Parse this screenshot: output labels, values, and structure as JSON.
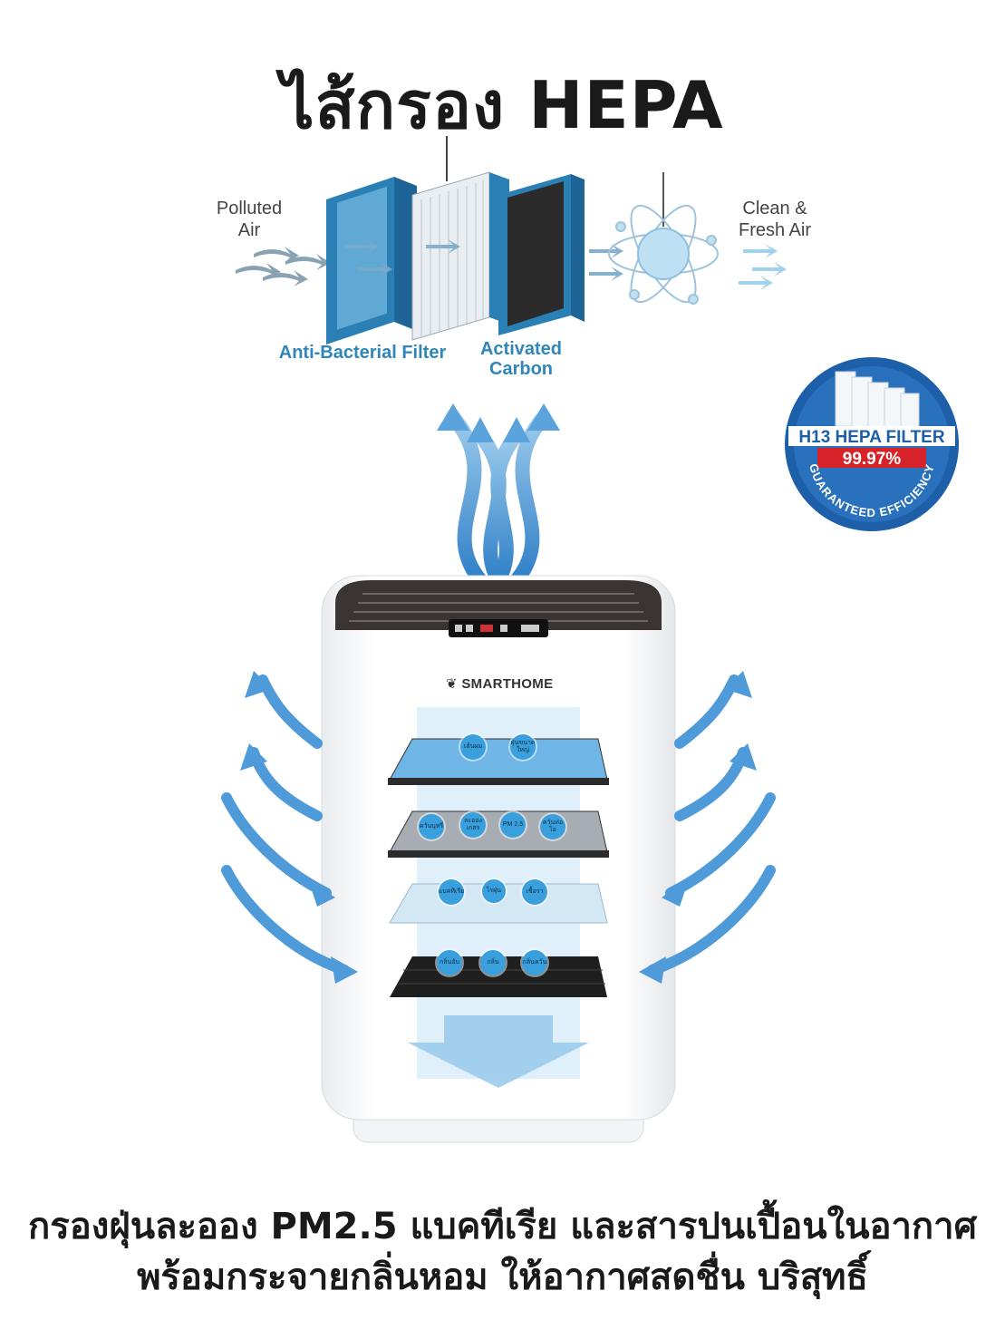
{
  "title": "ไส้กรอง HEPA",
  "diagram": {
    "polluted_air": [
      "Polluted",
      "Air"
    ],
    "clean_air": [
      "Clean &",
      "Fresh Air"
    ],
    "anti_bacterial_label": "Anti-Bacterial Filter",
    "activated_carbon_label": [
      "Activated",
      "Carbon"
    ]
  },
  "badge": {
    "line1": "H13 HEPA FILTER",
    "percent": "99.97%",
    "ring": "GUARANTEED EFFICIENCY"
  },
  "purifier": {
    "brand": "SMARTHOME",
    "layer1_chips": [
      "เส้นผม",
      "ฝุ่นขนาดใหญ่"
    ],
    "layer2_chips": [
      "ควันบุหรี่",
      "ละอองเกสร",
      "PM 2.5",
      "ควันท่อไอ"
    ],
    "layer3_chips": [
      "แบคทีเรีย",
      "ไรฝุ่น",
      "เชื้อรา"
    ],
    "layer4_chips": [
      "กลิ่นอับ",
      "กลิ่น",
      "กลิ่นควัน"
    ]
  },
  "caption": {
    "line1": "กรองฝุ่นละออง PM2.5 แบคทีเรีย และสารปนเปื้อนในอากาศ",
    "line2": "พร้อมกระจายกลิ่นหอม ให้อากาศสดชื่น บริสุทธิ์"
  },
  "colors": {
    "accent_blue": "#2f86b8",
    "badge_blue": "#1d5fa8",
    "badge_red": "#d6232a"
  }
}
